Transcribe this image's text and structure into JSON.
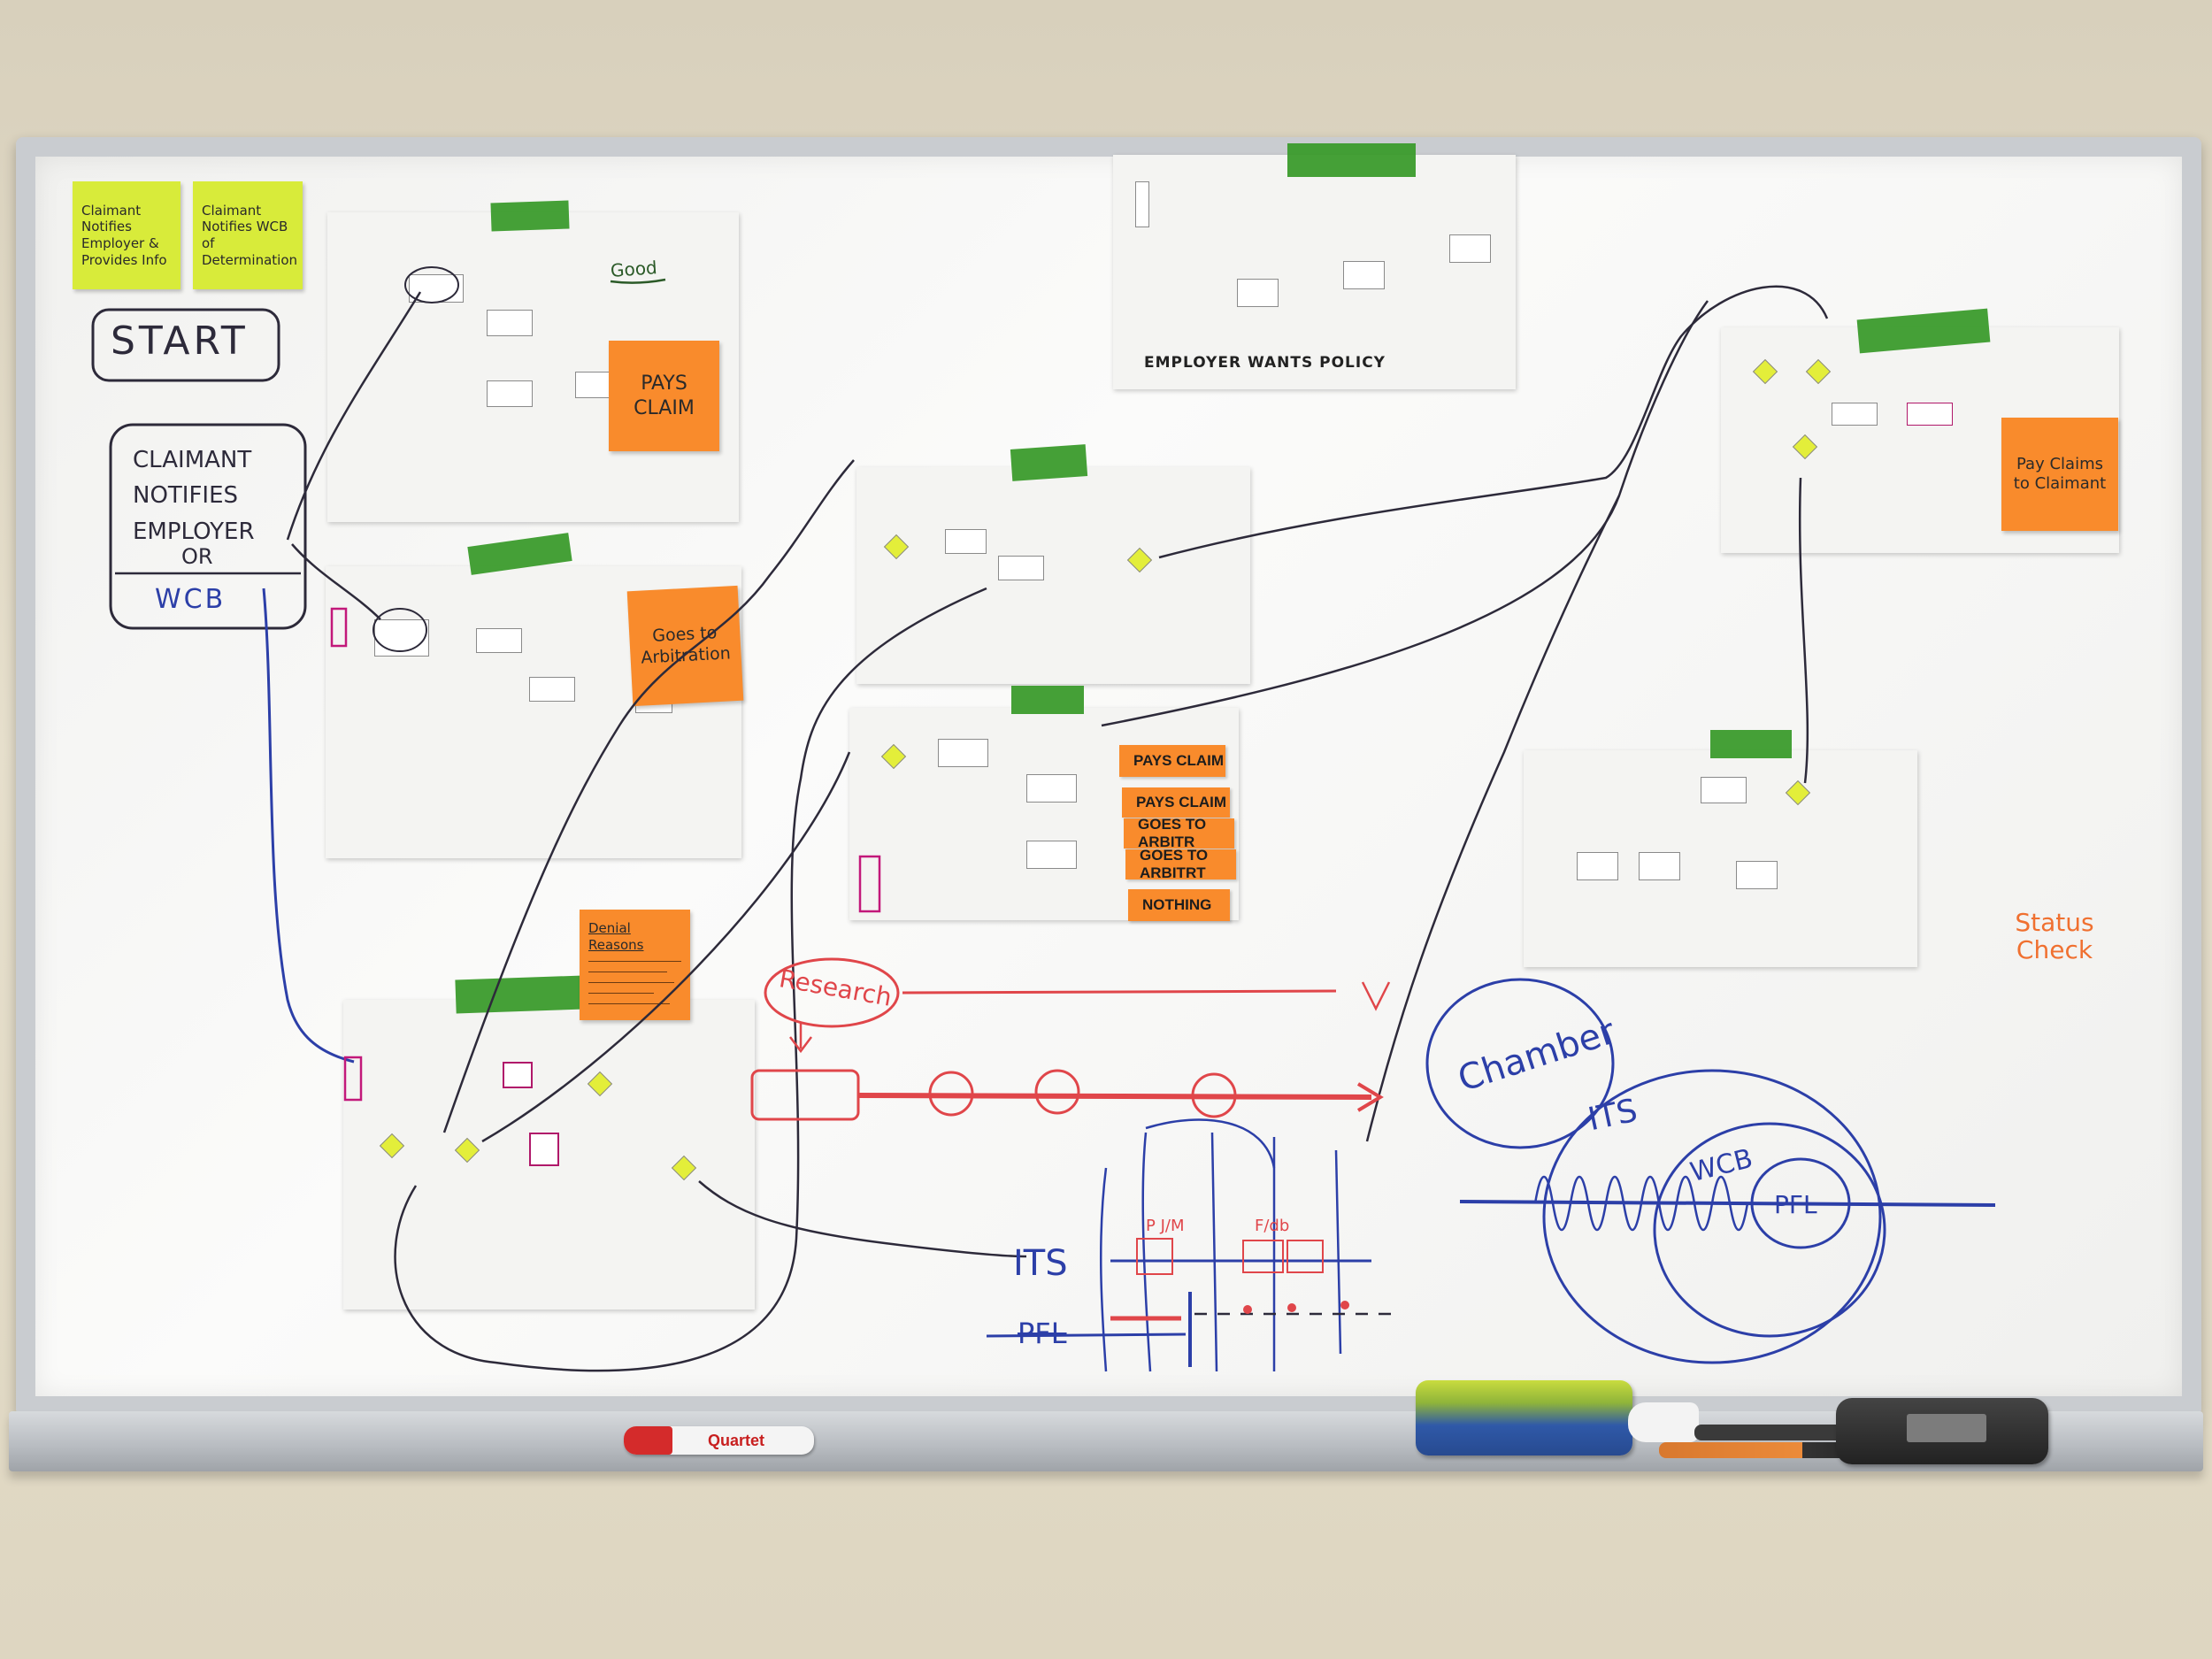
{
  "green_notes": [
    {
      "text": "Claimant Notifies Employer & Provides Info"
    },
    {
      "text": "Claimant Notifies WCB of Determination"
    }
  ],
  "start_label": "START",
  "claimant_box": {
    "text": "CLAIMANT NOTIFIES EMPLOYER",
    "or": "OR",
    "wcb": "WCB"
  },
  "sheet_annotations": {
    "good": "Good",
    "employer_wants_policy": "EMPLOYER WANTS POLICY"
  },
  "orange_notes": {
    "pays_claim_1": "PAYS CLAIM",
    "goes_to_arbitration": "Goes to Arbitration",
    "pay_claims_to_claimant": "Pay Claims to Claimant",
    "denial_reasons": "Denial Reasons"
  },
  "stacked_notes": [
    "PAYS CLAIM",
    "PAYS CLAIM",
    "GOES TO ARBITR",
    "GOES TO ARBITRT",
    "NOTHING"
  ],
  "drawings": {
    "research": "Research",
    "status_check": "Status Check",
    "chamber": "Chamber",
    "its_circle": "ITS",
    "wcb_circle": "WCB",
    "pfl_circle": "PFL",
    "its_timeline": "ITS",
    "pfl_timeline": "PFL",
    "ticks_pm": "P J/M",
    "ticks_fob": "F/db"
  },
  "tray_items": {
    "marker_brand": "Quartet"
  },
  "colors": {
    "green_note": "#d8eb3a",
    "orange_note": "#f98b2c",
    "blue_ink": "#2c3fa8",
    "red_ink": "#e0464a",
    "dark_ink": "#2d2a3a",
    "tape": "#3b9b2c"
  }
}
